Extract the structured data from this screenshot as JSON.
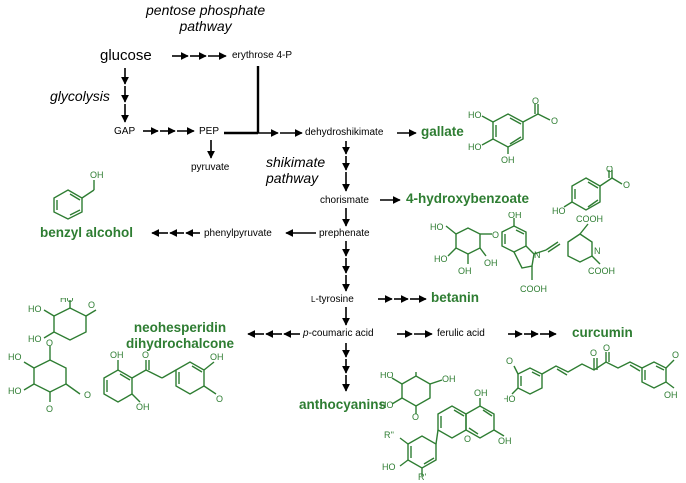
{
  "pathways": {
    "pentose_phosphate": [
      "pentose phosphate",
      "pathway"
    ],
    "glycolysis": "glycolysis",
    "shikimate": [
      "shikimate",
      "pathway"
    ]
  },
  "metabolites": {
    "glucose": "glucose",
    "erythrose4p": "erythrose 4-P",
    "gap": "GAP",
    "pep": "PEP",
    "pyruvate": "pyruvate",
    "dehydroshikimate": "dehydroshikimate",
    "chorismate": "chorismate",
    "prephenate": "prephenate",
    "phenylpyruvate": "phenylpyruvate",
    "tyrosine_prefix": "L",
    "tyrosine": "-tyrosine",
    "coumaric_italic": "p",
    "coumaric": "-coumaric acid",
    "ferulic": "ferulic acid"
  },
  "products": {
    "gallate": "gallate",
    "hydroxybenzoate": "4-hydroxybenzoate",
    "benzyl_alcohol": "benzyl alcohol",
    "betanin": "betanin",
    "neohesperidin": [
      "neohesperidin",
      "dihydrochalcone"
    ],
    "curcumin": "curcumin",
    "anthocyanins": "anthocyanins"
  },
  "structure_labels": {
    "oh": "OH",
    "ho": "HO",
    "o": "O",
    "o_minus": "O",
    "cooh": "COOH",
    "n": "N",
    "r_double": "R''",
    "r_prime": "R'"
  },
  "colors": {
    "product": "#2e7d32",
    "arrow": "#000000"
  }
}
